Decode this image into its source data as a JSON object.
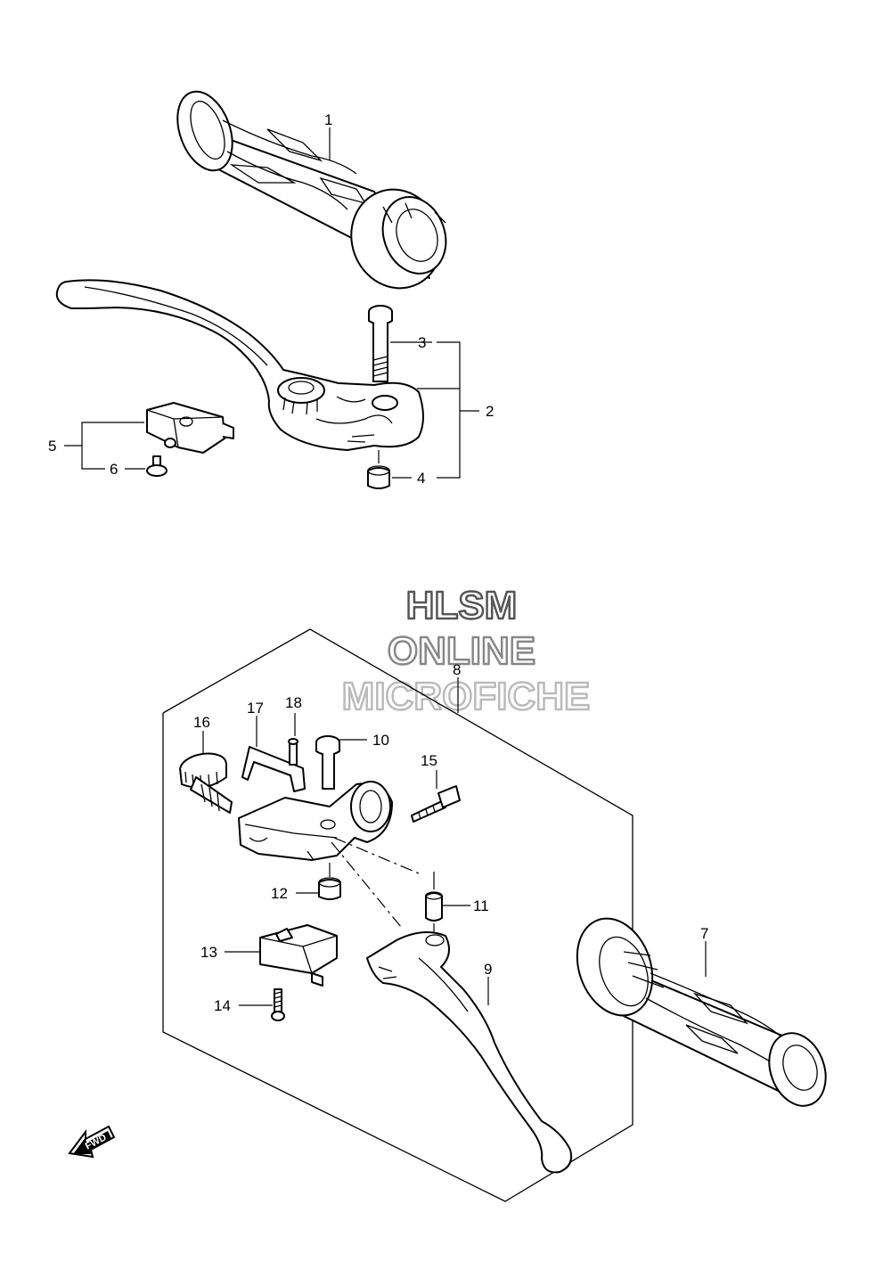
{
  "watermark": {
    "line1": "HLSM",
    "line2": "ONLINE",
    "line3": "MICROFICHE",
    "color_line1": "#555555",
    "color_line2": "#888888",
    "color_line3": "#bbbbbb"
  },
  "direction_badge": {
    "label": "FWD"
  },
  "callouts": {
    "c1": "1",
    "c2": "2",
    "c3": "3",
    "c4": "4",
    "c5": "5",
    "c6": "6",
    "c7": "7",
    "c8": "8",
    "c9": "9",
    "c10": "10",
    "c11": "11",
    "c12": "12",
    "c13": "13",
    "c14": "14",
    "c15": "15",
    "c16": "16",
    "c17": "17",
    "c18": "18"
  }
}
